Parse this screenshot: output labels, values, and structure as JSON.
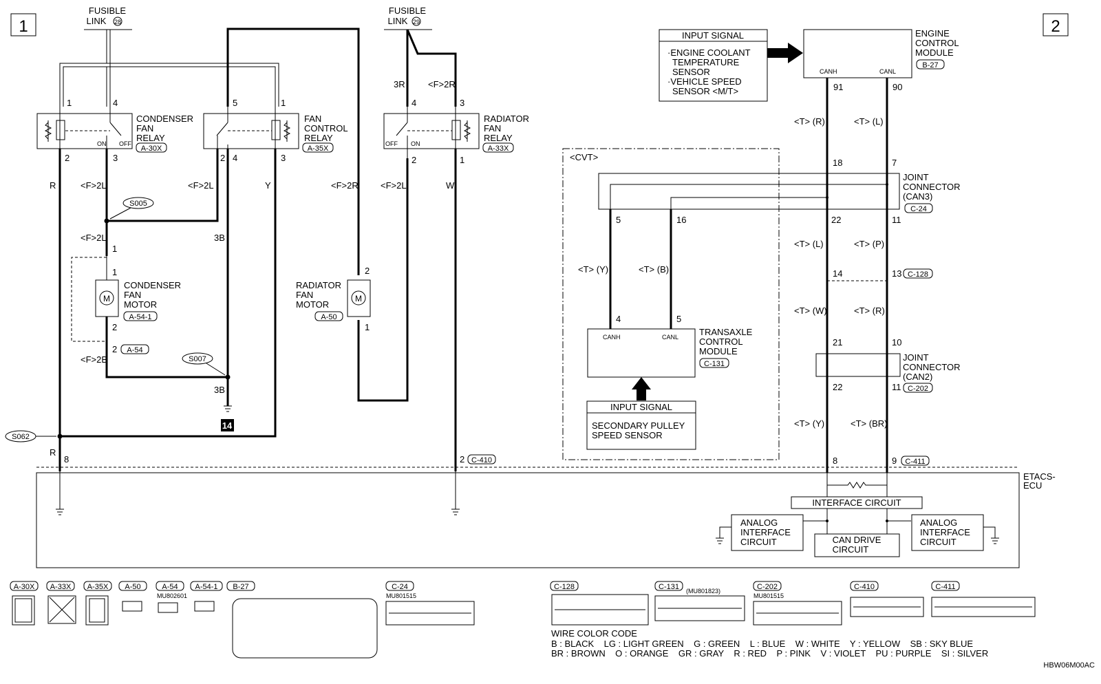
{
  "page_markers": {
    "left": "1",
    "right": "2"
  },
  "fusible_links": {
    "fl28": {
      "line1": "FUSIBLE",
      "line2": "LINK",
      "num": "28"
    },
    "fl29": {
      "line1": "FUSIBLE",
      "line2": "LINK",
      "num": "29"
    }
  },
  "relays": {
    "condenser": {
      "l1": "CONDENSER",
      "l2": "FAN",
      "l3": "RELAY",
      "conn": "A-30X",
      "pins": {
        "p1": "1",
        "p4": "4",
        "p2": "2",
        "p3": "3"
      },
      "on": "ON",
      "off": "OFF"
    },
    "fan_control": {
      "l1": "FAN",
      "l2": "CONTROL",
      "l3": "RELAY",
      "conn": "A-35X",
      "pins": {
        "p5": "5",
        "p1": "1",
        "p2": "2",
        "p4": "4",
        "p3": "3"
      }
    },
    "radiator": {
      "l1": "RADIATOR",
      "l2": "FAN",
      "l3": "RELAY",
      "conn": "A-33X",
      "pins": {
        "p4": "4",
        "p3": "3",
        "p2": "2",
        "p1": "1"
      },
      "on": "ON",
      "off": "OFF"
    }
  },
  "motors": {
    "condenser": {
      "l1": "CONDENSER",
      "l2": "FAN",
      "l3": "MOTOR",
      "conn": "A-54-1",
      "pin_top": "1",
      "pin_bot": "2"
    },
    "radiator": {
      "l1": "RADIATOR",
      "l2": "FAN",
      "l3": "MOTOR",
      "conn": "A-50",
      "pin_top": "2",
      "pin_bot": "1"
    }
  },
  "splices": {
    "s005": "S005",
    "s007": "S007",
    "s062": "S062"
  },
  "wire_labels": {
    "r1": "R",
    "f2l_a": "<F>2L",
    "f2l_b": "<F>2L",
    "y1": "Y",
    "f2r_a": "<F>2R",
    "f2l_c": "<F>2L",
    "w1": "W",
    "f2l_d": "<F>2L",
    "3b_a": "3B",
    "f2b": "<F>2B",
    "3b_b": "3B",
    "r2": "R",
    "3r": "3R",
    "f2r_b": "<F>2R",
    "pin1": "1",
    "a54_pin": "2",
    "a54": "A-54"
  },
  "ground": "14",
  "etacs": {
    "l1": "ETACS-",
    "l2": "ECU",
    "pin8": "8",
    "pin2": "2",
    "c410": "C-410"
  },
  "input_signal_1": {
    "title": "INPUT SIGNAL",
    "lines": [
      "·ENGINE COOLANT",
      "TEMPERATURE",
      "SENSOR",
      "·VEHICLE SPEED",
      "SENSOR <M/T>"
    ]
  },
  "ecm": {
    "l1": "ENGINE",
    "l2": "CONTROL",
    "l3": "MODULE",
    "conn": "B-27",
    "canh": "CANH",
    "canl": "CANL",
    "p91": "91",
    "p90": "90"
  },
  "can_labels": {
    "tr": "<T> (R)",
    "tl": "<T> (L)",
    "tl2": "<T> (L)",
    "tp": "<T> (P)",
    "tw": "<T> (W)",
    "tr2": "<T> (R)",
    "ty": "<T> (Y)",
    "tbr": "<T> (BR)",
    "ty2": "<T> (Y)",
    "tb": "<T> (B)"
  },
  "cvt": "<CVT>",
  "joint_can3": {
    "l1": "JOINT",
    "l2": "CONNECTOR",
    "l3": "(CAN3)",
    "conn": "C-24",
    "p18": "18",
    "p7": "7",
    "p22": "22",
    "p11": "11",
    "p5": "5",
    "p16": "16"
  },
  "c128": {
    "p14": "14",
    "p13": "13",
    "conn": "C-128"
  },
  "joint_can2": {
    "l1": "JOINT",
    "l2": "CONNECTOR",
    "l3": "(CAN2)",
    "conn": "C-202",
    "p21": "21",
    "p10": "10",
    "p22": "22",
    "p11": "11"
  },
  "c411": {
    "p8": "8",
    "p9": "9",
    "conn": "C-411"
  },
  "tcm": {
    "l1": "TRANSAXLE",
    "l2": "CONTROL",
    "l3": "MODULE",
    "conn": "C-131",
    "canh": "CANH",
    "canl": "CANL",
    "p4": "4",
    "p5": "5"
  },
  "input_signal_2": {
    "title": "INPUT SIGNAL",
    "l1": "SECONDARY PULLEY",
    "l2": "SPEED SENSOR"
  },
  "interface": {
    "title": "INTERFACE CIRCUIT",
    "analog1": [
      "ANALOG",
      "INTERFACE",
      "CIRCUIT"
    ],
    "can_drive": [
      "CAN DRIVE",
      "CIRCUIT"
    ],
    "analog2": [
      "ANALOG",
      "INTERFACE",
      "CIRCUIT"
    ]
  },
  "connectors": {
    "a30x": "A-30X",
    "a33x": "A-33X",
    "a35x": "A-35X",
    "a50": "A-50",
    "a54": "A-54",
    "a54_1": "A-54-1",
    "b27": "B-27",
    "c24": "C-24",
    "c24_part": "MU801515",
    "a54_part": "MU802601",
    "c128": "C-128",
    "c131": "C-131",
    "c131_part": "(MU801823)",
    "c202": "C-202",
    "c202_part": "MU801515",
    "c410": "C-410",
    "c411": "C-411"
  },
  "wire_color_code": {
    "title": "WIRE COLOR CODE",
    "row1": "B : BLACK    LG : LIGHT GREEN    G : GREEN    L : BLUE    W : WHITE    Y : YELLOW    SB : SKY BLUE",
    "row2": "BR : BROWN    O : ORANGE    GR : GRAY    R : RED    P : PINK    V : VIOLET    PU : PURPLE    SI : SILVER"
  },
  "doc_code": "HBW06M00AC"
}
